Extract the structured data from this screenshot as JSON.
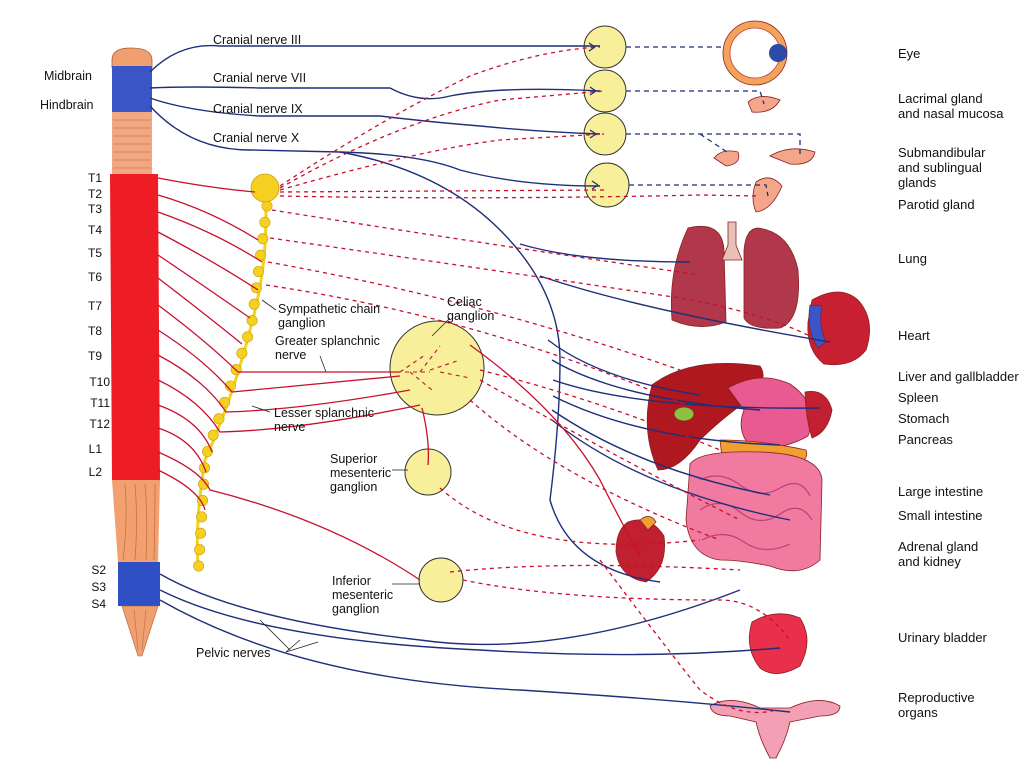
{
  "brain_regions": {
    "midbrain": "Midbrain",
    "hindbrain": "Hindbrain"
  },
  "cranial_nerves": [
    "Cranial nerve III",
    "Cranial nerve VII",
    "Cranial nerve IX",
    "Cranial nerve X"
  ],
  "segments": [
    "T1",
    "T2",
    "T3",
    "T4",
    "T5",
    "T6",
    "T7",
    "T8",
    "T9",
    "T10",
    "T11",
    "T12",
    "L1",
    "L2",
    "S2",
    "S3",
    "S4"
  ],
  "labels": {
    "sympathetic_chain": [
      "Sympathetic chain",
      "ganglion"
    ],
    "celiac": [
      "Celiac",
      "ganglion"
    ],
    "greater_splanchnic": [
      "Greater splanchnic",
      "nerve"
    ],
    "lesser_splanchnic": [
      "Lesser splanchnic",
      "nerve"
    ],
    "superior_mesenteric": [
      "Superior",
      "mesenteric",
      "ganglion"
    ],
    "inferior_mesenteric": [
      "Inferior",
      "mesenteric",
      "ganglion"
    ],
    "pelvic_nerves": "Pelvic nerves"
  },
  "organs": {
    "eye": [
      "Eye"
    ],
    "lacrimal": [
      "Lacrimal gland",
      "and nasal mucosa"
    ],
    "submandibular": [
      "Submandibular",
      "and sublingual",
      "glands"
    ],
    "parotid": [
      "Parotid gland"
    ],
    "lung": [
      "Lung"
    ],
    "heart": [
      "Heart"
    ],
    "liver": [
      "Liver and gallbladder"
    ],
    "spleen": [
      "Spleen"
    ],
    "stomach": [
      "Stomach"
    ],
    "pancreas": [
      "Pancreas"
    ],
    "large_intestine": [
      "Large intestine"
    ],
    "small_intestine": [
      "Small intestine"
    ],
    "adrenal": [
      "Adrenal gland",
      "and kidney"
    ],
    "bladder": [
      "Urinary bladder"
    ],
    "reproductive": [
      "Reproductive",
      "organs"
    ]
  },
  "colors": {
    "parasympathetic": "#1f2f7a",
    "sympathetic": "#c8102e",
    "cord_thoracolumbar": "#ee1c24",
    "cord_brain": "#3a55c8",
    "ganglion_fill": "#f7ef9a",
    "chain": "#f2d21a"
  }
}
